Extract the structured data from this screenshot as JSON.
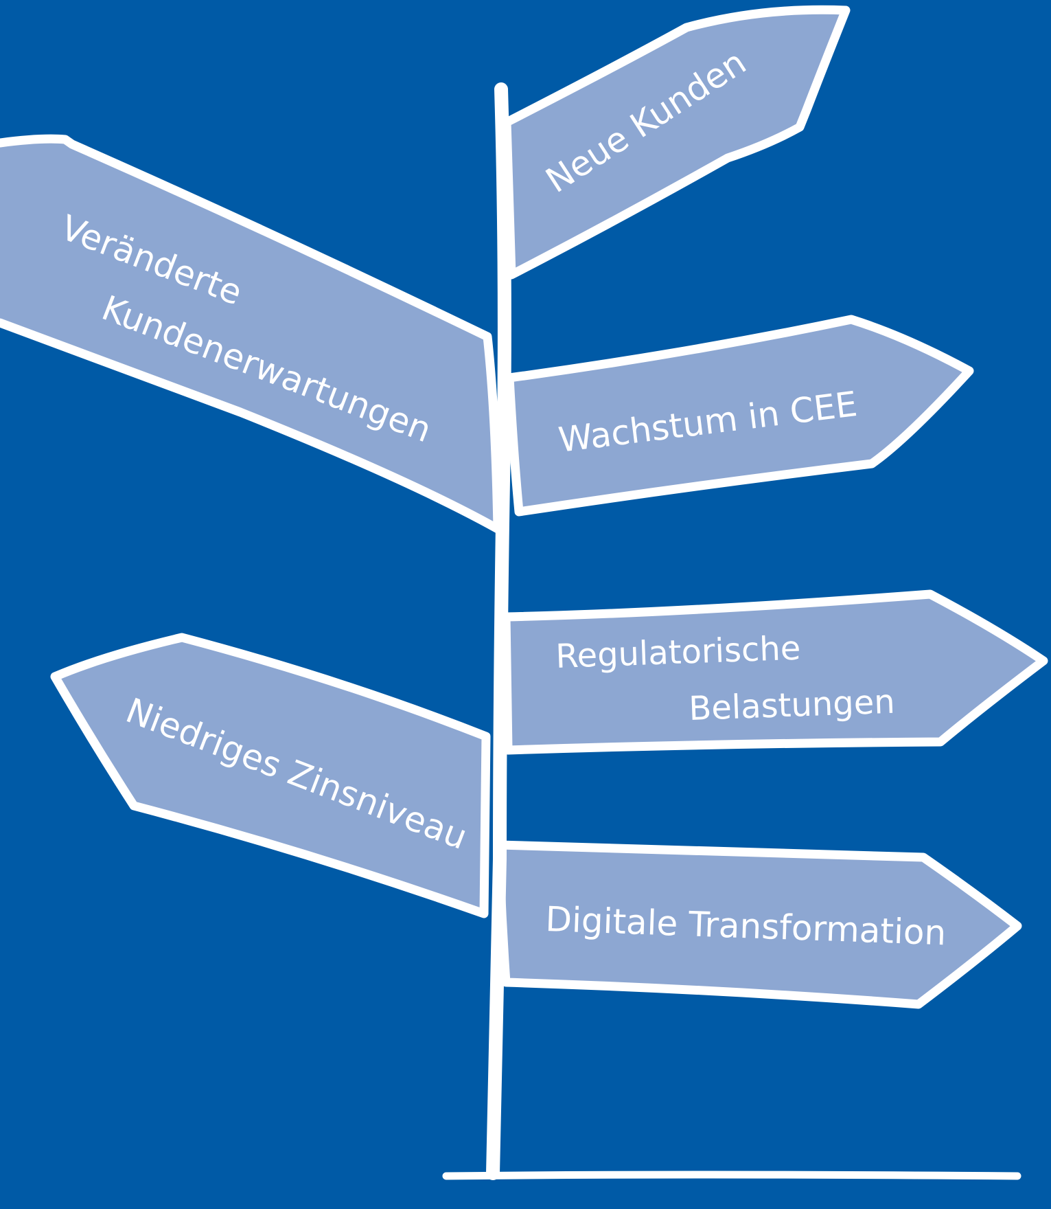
{
  "colors": {
    "background": "#005aa6",
    "sign_fill": "#8da7d2",
    "outline": "#ffffff",
    "text": "#ffffff"
  },
  "signs": {
    "neue_kunden": {
      "label": "Neue Kunden"
    },
    "veraenderte": {
      "line1": "Veränderte",
      "line2": "Kundenerwartungen"
    },
    "wachstum": {
      "label": "Wachstum in CEE"
    },
    "regulatorische": {
      "line1": "Regulatorische",
      "line2": "Belastungen"
    },
    "niedriges": {
      "label": "Niedriges Zinsniveau"
    },
    "digitale": {
      "label": "Digitale Transformation"
    }
  }
}
